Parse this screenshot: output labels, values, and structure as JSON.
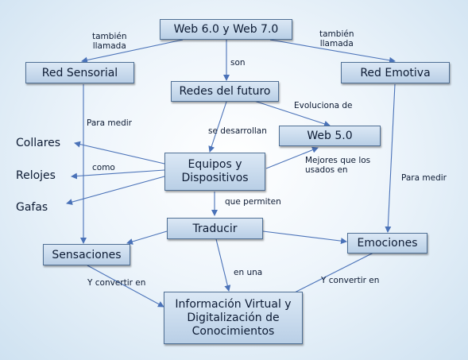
{
  "nodes": {
    "web67": "Web 6.0 y Web 7.0",
    "red_sensorial": "Red Sensorial",
    "redes_futuro": "Redes del futuro",
    "red_emotiva": "Red Emotiva",
    "web5": "Web 5.0",
    "equipos": "Equipos y\nDispositivos",
    "traducir": "Traducir",
    "sensaciones": "Sensaciones",
    "emociones": "Emociones",
    "informacion": "Información Virtual y\nDigitalización de\nConocimientos"
  },
  "items": {
    "collares": "Collares",
    "relojes": "Relojes",
    "gafas": "Gafas"
  },
  "edge_labels": {
    "tambien_left": "también\nllamada",
    "tambien_right": "también\nllamada",
    "son": "son",
    "evoluciona": "Evoluciona de",
    "para_medir_left": "Para medir",
    "para_medir_right": "Para medir",
    "se_desarrollan": "se desarrollan",
    "mejores": "Mejores que los\nusados en",
    "como": "como",
    "que_permiten": "que permiten",
    "en_una": "en una",
    "convertir_left": "Y convertir en",
    "convertir_right": "Y convertir en"
  },
  "colors": {
    "line": "#4a72b8",
    "box_border": "#4f6f94",
    "text": "#0c1a33"
  }
}
